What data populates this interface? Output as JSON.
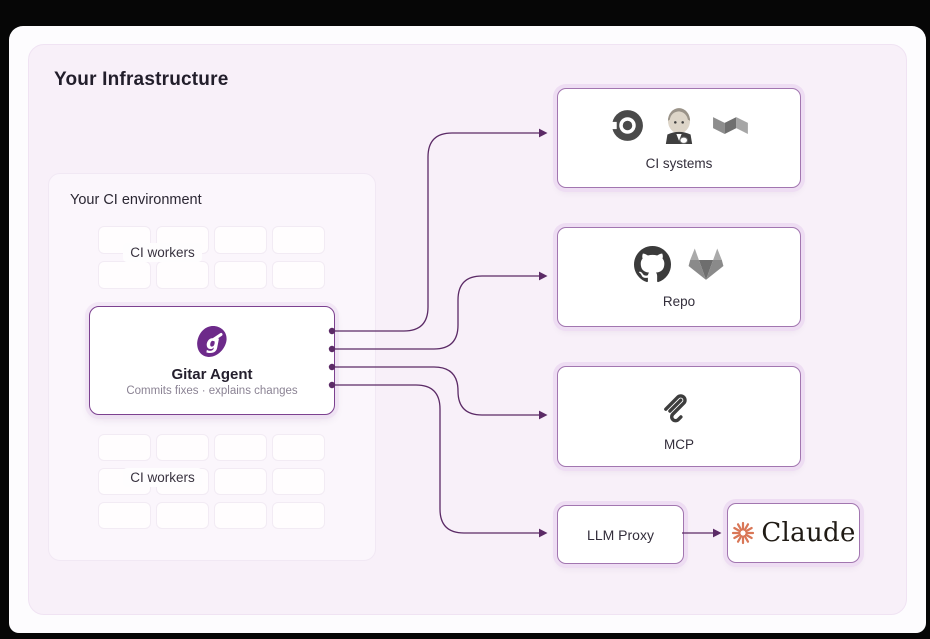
{
  "page": {
    "title": "Your Infrastructure"
  },
  "ci_environment": {
    "title": "Your CI environment",
    "worker_grids": [
      {
        "label": "CI workers",
        "rows": 2,
        "cols": 4
      },
      {
        "label": "CI workers",
        "rows": 3,
        "cols": 4
      }
    ]
  },
  "gitar_agent": {
    "name": "Gitar Agent",
    "description": "Commits fixes · explains changes",
    "logo": "gitar-logo"
  },
  "targets": [
    {
      "id": "ci-systems",
      "label": "CI systems",
      "icons": [
        "circleci-icon",
        "jenkins-icon",
        "buildkite-icon"
      ]
    },
    {
      "id": "repo",
      "label": "Repo",
      "icons": [
        "github-icon",
        "gitlab-icon"
      ]
    },
    {
      "id": "mcp",
      "label": "MCP",
      "icons": [
        "mcp-icon"
      ]
    },
    {
      "id": "llm-proxy",
      "label": "LLM Proxy",
      "icons": []
    }
  ],
  "claude": {
    "label": "Claude",
    "icon": "claude-starburst-icon"
  },
  "colors": {
    "background": "#060606",
    "page": "#fdfcfe",
    "panel": "#f8f0f9",
    "sub_panel": "#fbf6fc",
    "accent_purple": "#7c4190",
    "box_border": "#a276b0",
    "box_halo": "#eeddf3",
    "connector": "#5b2a66",
    "claude_orange": "#d97757",
    "text_dark": "#241f2d",
    "text_muted": "#8b8394"
  }
}
